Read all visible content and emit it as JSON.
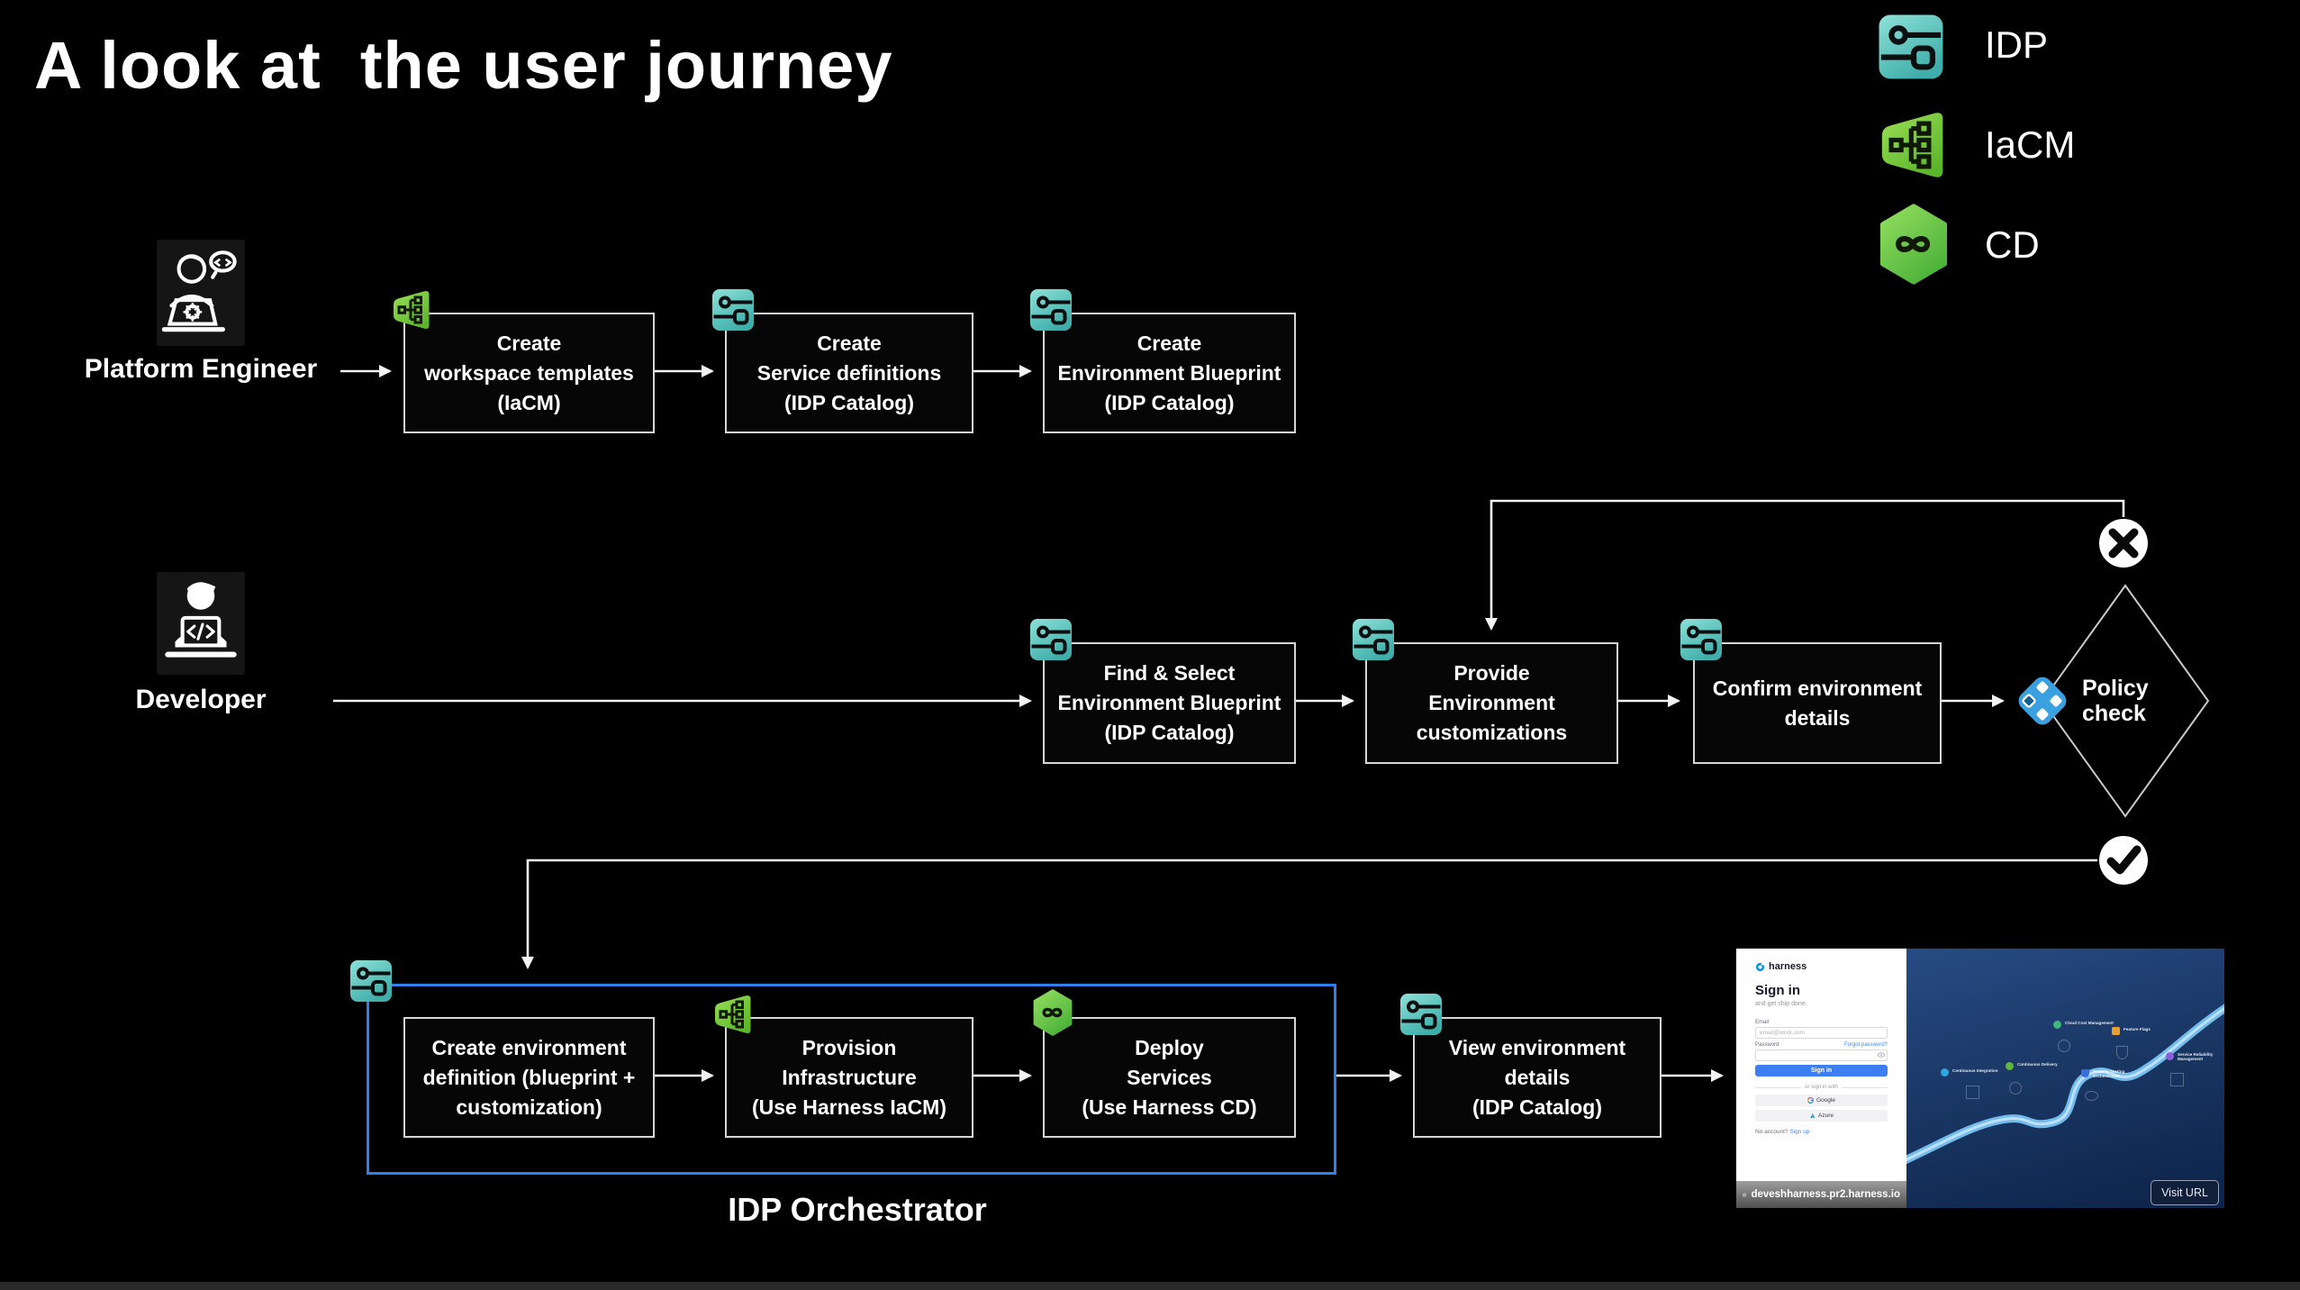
{
  "title": "A look at  the user journey",
  "legend": {
    "items": [
      {
        "name": "IDP"
      },
      {
        "name": "IaCM"
      },
      {
        "name": "CD"
      }
    ]
  },
  "actors": {
    "platform_engineer": "Platform Engineer",
    "developer": "Developer"
  },
  "steps": {
    "pe1": {
      "lines": [
        "Create",
        "workspace templates",
        "(IaCM)"
      ]
    },
    "pe2": {
      "lines": [
        "Create",
        "Service definitions",
        "(IDP Catalog)"
      ]
    },
    "pe3": {
      "lines": [
        "Create",
        "Environment Blueprint",
        "(IDP Catalog)"
      ]
    },
    "dev1": {
      "lines": [
        "Find & Select",
        "Environment Blueprint",
        "(IDP Catalog)"
      ]
    },
    "dev2": {
      "lines": [
        "Provide",
        "Environment",
        "customizations"
      ]
    },
    "dev3": {
      "lines": [
        "Confirm environment",
        "details"
      ]
    },
    "orch1": {
      "lines": [
        "Create environment",
        "definition (blueprint +",
        "customization)"
      ]
    },
    "orch2": {
      "lines": [
        "Provision",
        "Infrastructure",
        "(Use Harness IaCM)"
      ]
    },
    "orch3": {
      "lines": [
        "Deploy",
        "Services",
        "(Use Harness CD)"
      ]
    },
    "view": {
      "lines": [
        "View environment",
        "details",
        "(IDP Catalog)"
      ]
    }
  },
  "decision": {
    "line1": "Policy",
    "line2": "check"
  },
  "orchestrator_label": "IDP Orchestrator",
  "browser": {
    "brand": "harness",
    "heading": "Sign in",
    "tagline": "and get ship done.",
    "email_label": "Email",
    "email_placeholder": "email@work.com",
    "password_label": "Password",
    "forgot_link": "Forgot password?",
    "signin_button": "Sign in",
    "divider": "or sign in with",
    "google_button": "Google",
    "azure_button": "Azure",
    "no_account": "No account?",
    "signup_link": "Sign up",
    "url": "deveshharness.pr2.harness.io",
    "visit_button": "Visit URL",
    "modules": [
      "Continuous Integration",
      "Continuous Delivery",
      "Cloud Cost Management",
      "Feature Flags",
      "Security Testing Orchestration",
      "Service Reliability Management"
    ]
  },
  "colors": {
    "idp_teal": "#5FC6BF",
    "module_green": "#6FCB3F",
    "orchestrator_border_blue": "#2F80ED",
    "policy_blue": "#3BA0E0",
    "signin_blue": "#3D7FF2"
  }
}
